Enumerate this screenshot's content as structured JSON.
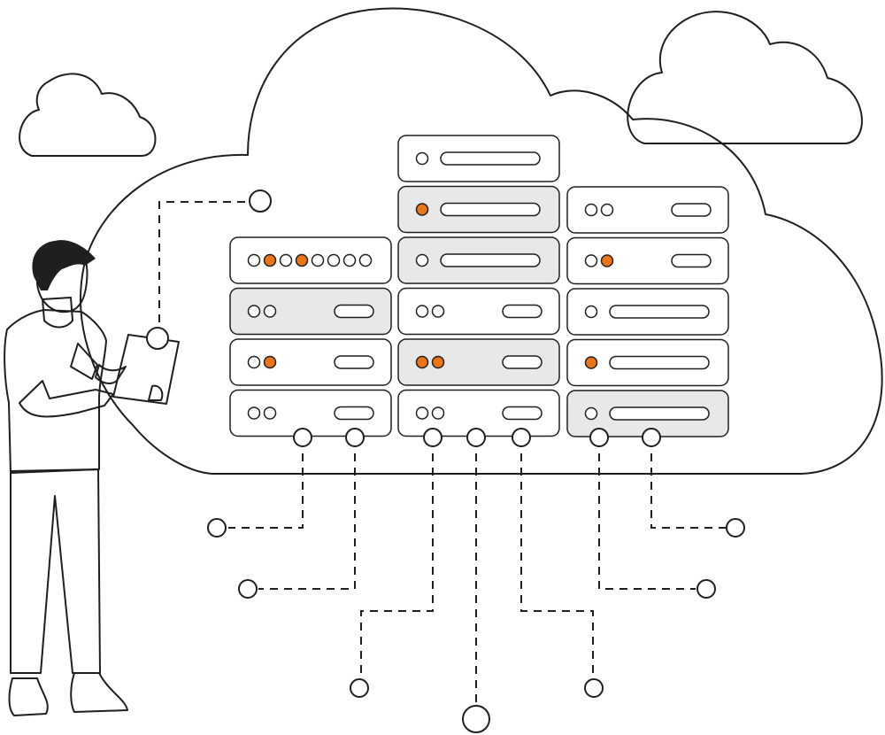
{
  "colors": {
    "stroke": "#1f1f1f",
    "accent": "#ec7418",
    "panel_gray": "#e8e8e8",
    "background": "#ffffff"
  },
  "racks": [
    {
      "name": "left",
      "units": [
        {
          "shaded": false,
          "leds": [
            "off",
            "on",
            "off",
            "on",
            "off",
            "off",
            "off",
            "off"
          ],
          "bar": "none"
        },
        {
          "shaded": true,
          "leds": [
            "off",
            "off"
          ],
          "bar": "short"
        },
        {
          "shaded": false,
          "leds": [
            "off",
            "on"
          ],
          "bar": "short"
        },
        {
          "shaded": false,
          "leds": [
            "off",
            "off"
          ],
          "bar": "short"
        }
      ]
    },
    {
      "name": "center",
      "units": [
        {
          "shaded": false,
          "leds": [
            "off"
          ],
          "bar": "long"
        },
        {
          "shaded": true,
          "leds": [
            "on"
          ],
          "bar": "long"
        },
        {
          "shaded": true,
          "leds": [
            "off"
          ],
          "bar": "long"
        },
        {
          "shaded": false,
          "leds": [
            "off",
            "off"
          ],
          "bar": "short"
        },
        {
          "shaded": true,
          "leds": [
            "on",
            "on"
          ],
          "bar": "short"
        },
        {
          "shaded": false,
          "leds": [
            "off",
            "off"
          ],
          "bar": "short"
        }
      ]
    },
    {
      "name": "right",
      "units": [
        {
          "shaded": false,
          "leds": [
            "off",
            "off"
          ],
          "bar": "short"
        },
        {
          "shaded": false,
          "leds": [
            "off",
            "on"
          ],
          "bar": "short"
        },
        {
          "shaded": false,
          "leds": [
            "off"
          ],
          "bar": "long"
        },
        {
          "shaded": false,
          "leds": [
            "on"
          ],
          "bar": "long"
        },
        {
          "shaded": true,
          "leds": [
            "off"
          ],
          "bar": "long"
        }
      ]
    }
  ],
  "icons": [
    "cloud-icon",
    "server-rack-icon",
    "tablet-icon",
    "person-icon",
    "network-node-icon"
  ]
}
